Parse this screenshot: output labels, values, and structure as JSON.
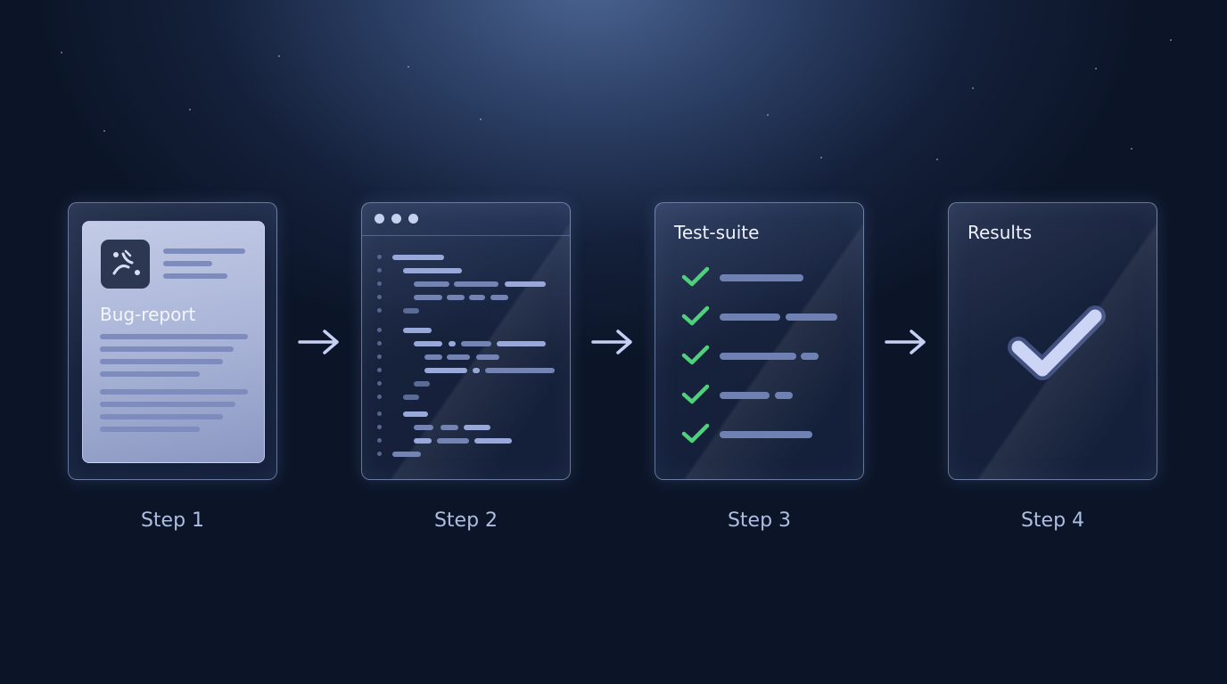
{
  "steps": [
    {
      "label": "Step 1",
      "panel_title": "Bug-report",
      "icon": "bug-report-icon"
    },
    {
      "label": "Step 2",
      "icon": "code-editor-icon"
    },
    {
      "label": "Step 3",
      "panel_title": "Test-suite",
      "checks": 5,
      "icon": "check-icon"
    },
    {
      "label": "Step 4",
      "panel_title": "Results",
      "icon": "check-icon"
    }
  ],
  "colors": {
    "background": "#0c1528",
    "panel_border": "#aabeeb",
    "check_green": "#4fd07a",
    "result_check": "#c9d2f5",
    "label_text": "#aebde0"
  }
}
